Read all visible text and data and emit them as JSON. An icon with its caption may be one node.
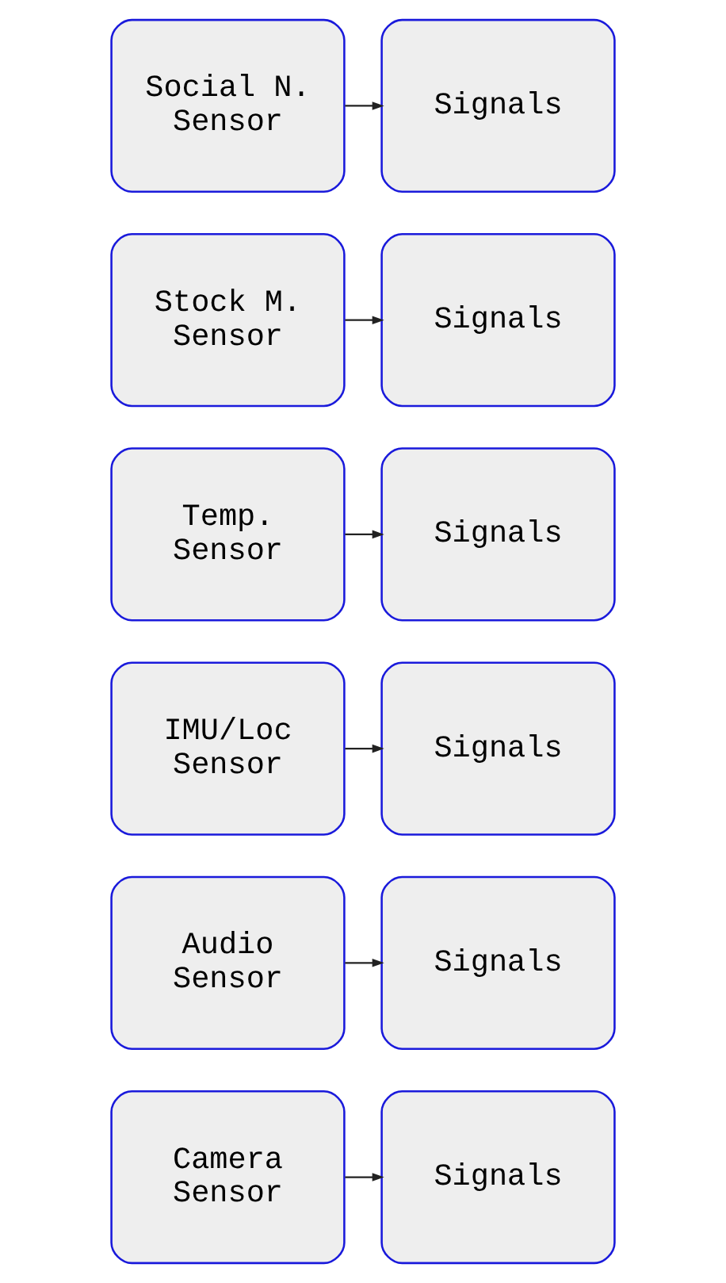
{
  "diagram": {
    "nodes": [
      {
        "text": [
          "Camera Sensor"
        ]
      },
      {
        "text": [
          "Signals"
        ]
      },
      {
        "text": [
          "Audio Sensor"
        ]
      },
      {
        "text": [
          "Signals"
        ]
      },
      {
        "text": [
          "IMU/Loc Sensor"
        ]
      },
      {
        "text": [
          "Signals"
        ]
      },
      {
        "text": [
          "Temp. Sensor"
        ]
      },
      {
        "text": [
          "Signals"
        ]
      },
      {
        "text": [
          "Stock M. Sensor"
        ]
      },
      {
        "text": [
          "Signals"
        ]
      },
      {
        "text": [
          "Social N. Sensor"
        ]
      },
      {
        "text": [
          "Signals"
        ]
      }
    ],
    "edges": [
      {
        "from": 0,
        "to": 1,
        "arrow": "to"
      },
      {
        "from": 2,
        "to": 3,
        "arrow": "to"
      },
      {
        "from": 4,
        "to": 5,
        "arrow": "to"
      },
      {
        "from": 6,
        "to": 7,
        "arrow": "to"
      },
      {
        "from": 8,
        "to": 9,
        "arrow": "to"
      },
      {
        "from": 10,
        "to": 11,
        "arrow": "to"
      }
    ]
  }
}
